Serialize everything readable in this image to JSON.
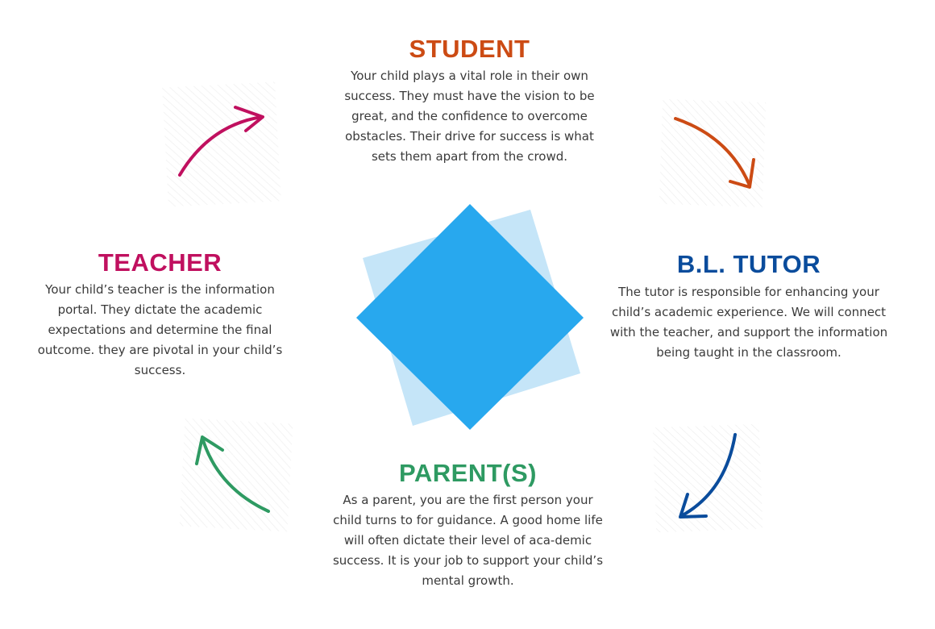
{
  "sections": {
    "student": {
      "title": "STUDENT",
      "body": "Your child plays a vital role in their own success. They must have the vision to be great, and the confidence to overcome obstacles. Their drive for success is what sets them apart from the crowd.",
      "color": "#cc4b14"
    },
    "teacher": {
      "title": "TEACHER",
      "body": "Your child’s teacher is the information portal. They dictate the academic expectations and determine the final outcome. they are pivotal in your child’s success.",
      "color": "#c0105f"
    },
    "tutor": {
      "title": "B.L. TUTOR",
      "body": "The tutor is responsible for enhancing your child’s academic experience. We will connect with the teacher, and support the information being taught in the classroom.",
      "color": "#0a4c9c"
    },
    "parents": {
      "title": "PARENT(S)",
      "body": "As a parent, you are the first person your child turns to for guidance. A good home life will often dictate their level of aca-demic success. It is your job to support your child’s mental growth.",
      "color": "#2e9a62"
    }
  },
  "center_shape": {
    "front_color": "#28a8ee",
    "back_color": "#c5e5f8"
  },
  "arrows": [
    {
      "name": "teacher-to-student-arrow",
      "color": "#c0105f"
    },
    {
      "name": "student-to-tutor-arrow",
      "color": "#cc4b14"
    },
    {
      "name": "tutor-to-parents-arrow",
      "color": "#0a4c9c"
    },
    {
      "name": "parents-to-teacher-arrow",
      "color": "#2e9a62"
    }
  ]
}
